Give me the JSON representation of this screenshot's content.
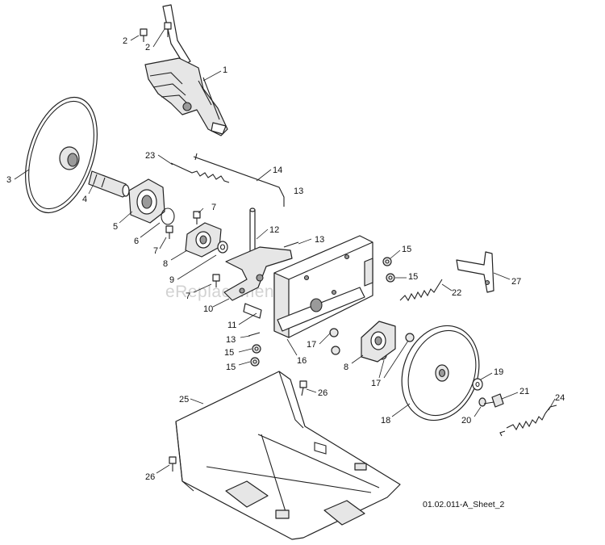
{
  "watermark": "eReplacementParts.com",
  "caption": "01.02.011-A_Sheet_2",
  "callouts": [
    "1",
    "2",
    "2",
    "3",
    "4",
    "5",
    "6",
    "7",
    "7",
    "8",
    "9",
    "7",
    "10",
    "11",
    "12",
    "13",
    "13",
    "14",
    "15",
    "15",
    "13",
    "15",
    "15",
    "16",
    "17",
    "17",
    "8",
    "18",
    "19",
    "20",
    "21",
    "22",
    "23",
    "24",
    "25",
    "26",
    "26",
    "27"
  ]
}
